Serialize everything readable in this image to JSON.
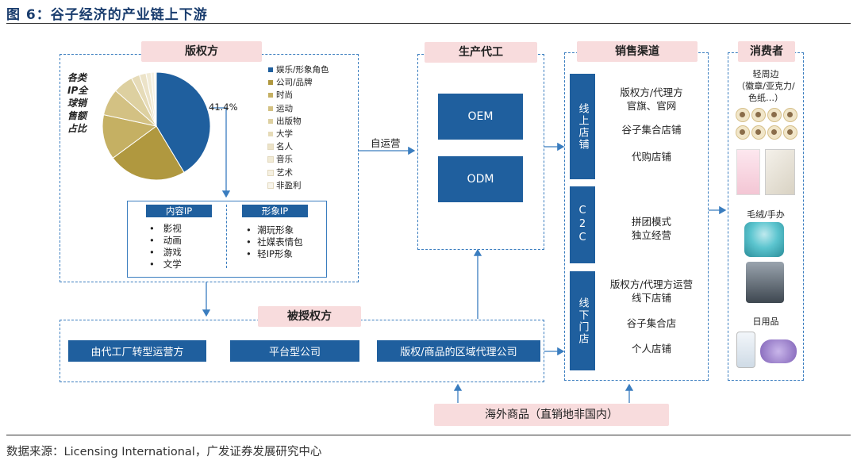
{
  "figure": {
    "title": "图 6：谷子经济的产业链上下游",
    "source": "数据来源：Licensing International，广发证券发展研究中心"
  },
  "licensor": {
    "label": "版权方",
    "pie_caption": [
      "各类",
      "IP全",
      "球销",
      "售额",
      "占比"
    ],
    "pie_callout": "41.4%",
    "content_ip": {
      "title": "内容IP",
      "items": [
        "影视",
        "动画",
        "游戏",
        "文学"
      ]
    },
    "image_ip": {
      "title": "形象IP",
      "items": [
        "潮玩形象",
        "社媒表情包",
        "轻IP形象"
      ]
    }
  },
  "chart_data": {
    "type": "pie",
    "title": "各类IP全球销售额占比",
    "labels": [
      "娱乐/形象角色",
      "公司/品牌",
      "时尚",
      "运动",
      "出版物",
      "大学",
      "名人",
      "音乐",
      "艺术",
      "非盈利"
    ],
    "values": [
      41.4,
      23.5,
      13.5,
      8.0,
      6.0,
      2.5,
      2.0,
      1.5,
      1.0,
      0.6
    ],
    "colors": [
      "#1f5f9e",
      "#b0983f",
      "#c5b063",
      "#d3c183",
      "#ddd0a0",
      "#e6dbb8",
      "#ece3c8",
      "#f1ebd6",
      "#f5f0e2",
      "#f8f5ec"
    ],
    "annotated_value": "41.4%",
    "legend_position": "right"
  },
  "oem": {
    "label": "生产代工",
    "oem": "OEM",
    "odm": "ODM",
    "self_op": "自运营"
  },
  "sales": {
    "label": "销售渠道",
    "online": {
      "tag": "线上店铺",
      "items": [
        "版权方/代理方",
        "官旗、官网",
        "谷子集合店铺",
        "代购店铺"
      ]
    },
    "c2c": {
      "tag": "C2C",
      "items": [
        "拼团模式",
        "独立经营"
      ]
    },
    "offline": {
      "tag": "线下门店",
      "items": [
        "版权方/代理方运营",
        "线下店铺",
        "谷子集合店",
        "个人店铺"
      ]
    }
  },
  "consumer": {
    "label": "消费者",
    "peripherals": [
      "轻周边",
      "（徽章/亚克力/",
      "色纸…）"
    ],
    "plush": "毛绒/手办",
    "daily": "日用品"
  },
  "licensee": {
    "label": "被授权方",
    "items": [
      "由代工厂转型运营方",
      "平台型公司",
      "版权/商品的区域代理公司"
    ]
  },
  "overseas": {
    "label": "海外商品（直销地非国内）"
  }
}
